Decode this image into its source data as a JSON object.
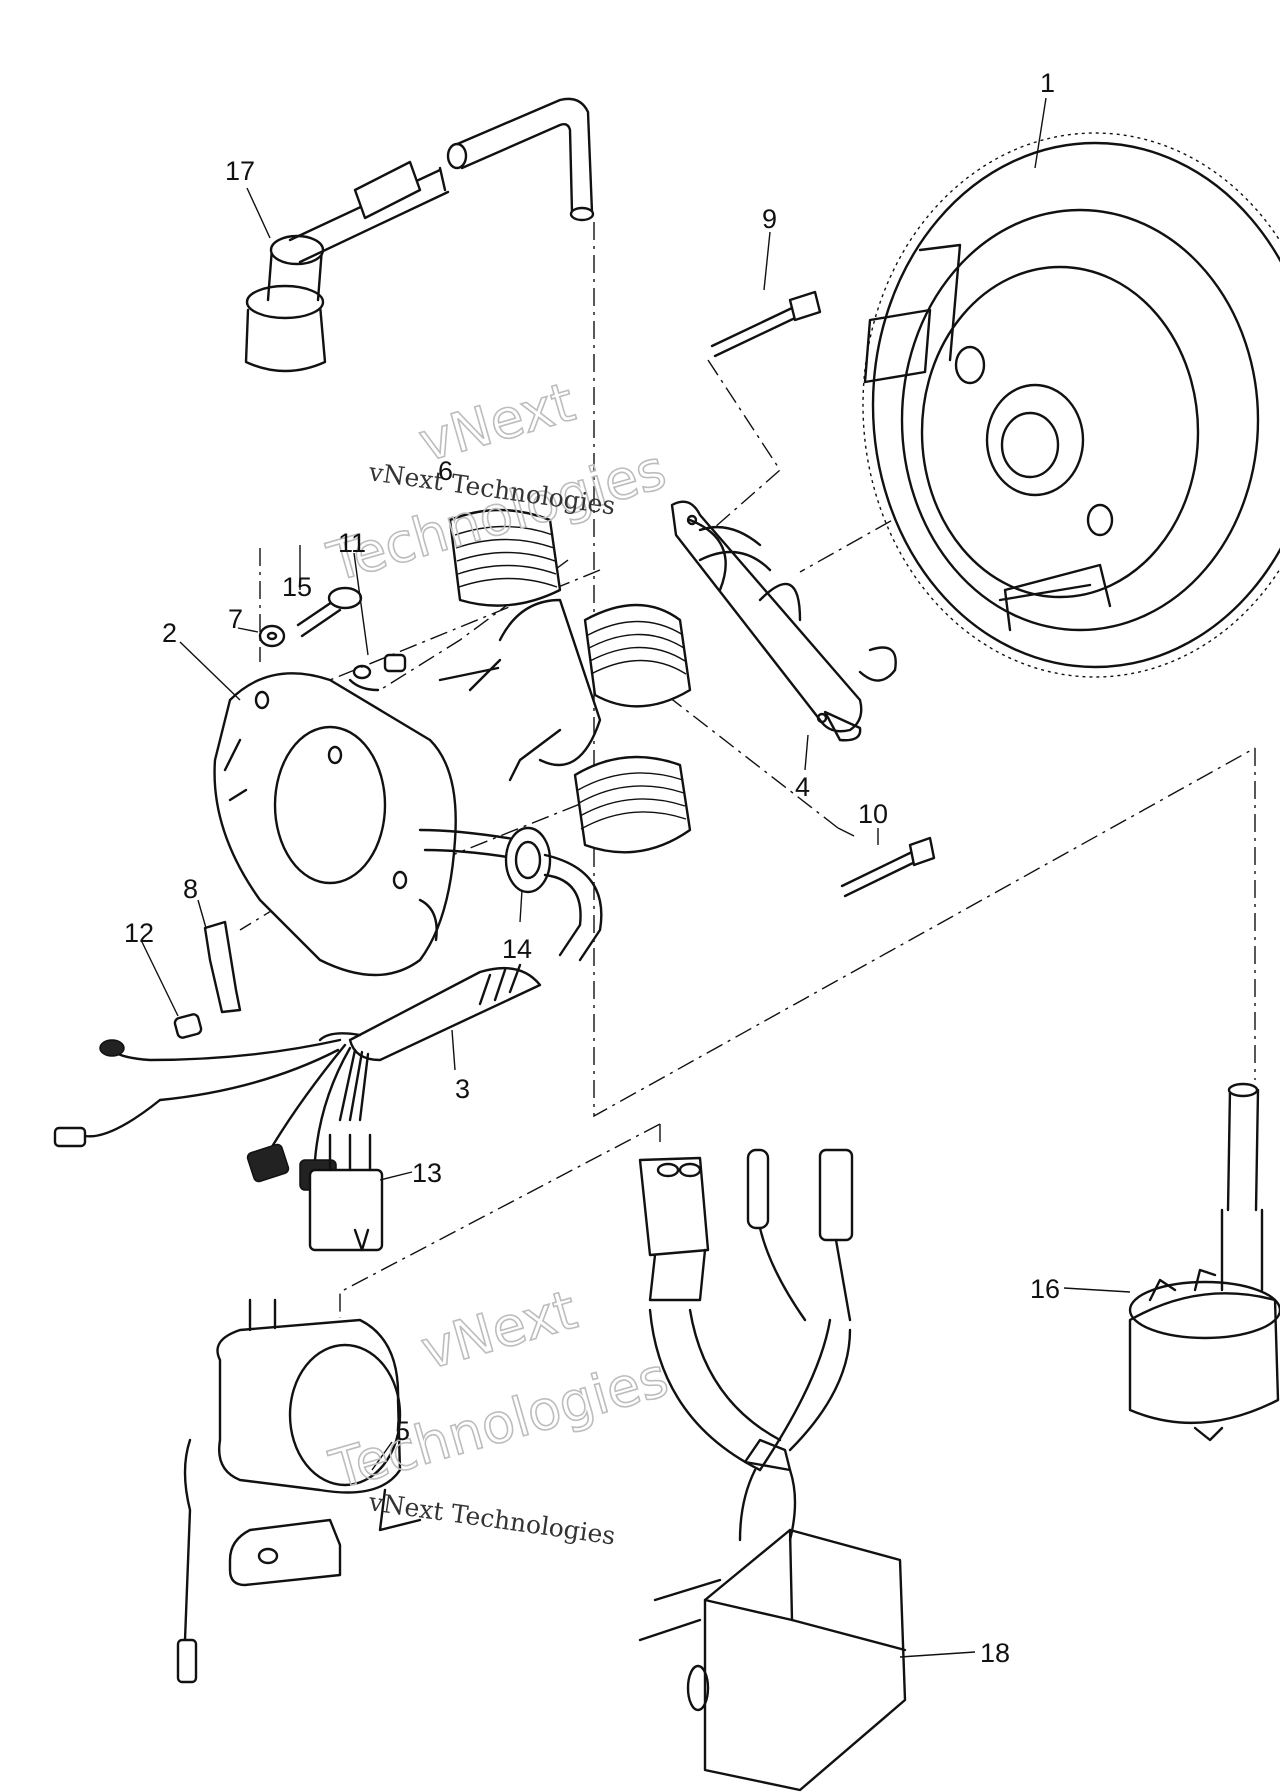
{
  "callouts": [
    {
      "id": "1",
      "label": "1"
    },
    {
      "id": "2",
      "label": "2"
    },
    {
      "id": "3",
      "label": "3"
    },
    {
      "id": "4",
      "label": "4"
    },
    {
      "id": "5",
      "label": "5"
    },
    {
      "id": "6",
      "label": "6"
    },
    {
      "id": "7",
      "label": "7"
    },
    {
      "id": "8",
      "label": "8"
    },
    {
      "id": "9",
      "label": "9"
    },
    {
      "id": "10",
      "label": "10"
    },
    {
      "id": "11",
      "label": "11"
    },
    {
      "id": "12",
      "label": "12"
    },
    {
      "id": "13",
      "label": "13"
    },
    {
      "id": "14",
      "label": "14"
    },
    {
      "id": "15",
      "label": "15"
    },
    {
      "id": "16",
      "label": "16"
    },
    {
      "id": "17",
      "label": "17"
    },
    {
      "id": "18",
      "label": "18"
    }
  ],
  "watermark": {
    "brand_line1": "vNext",
    "brand_line2": "Technologies",
    "full_text": "vNext Technologies"
  },
  "colors": {
    "ink": "#111111",
    "paper": "#ffffff",
    "watermark_outline": "#bdbdbd"
  }
}
